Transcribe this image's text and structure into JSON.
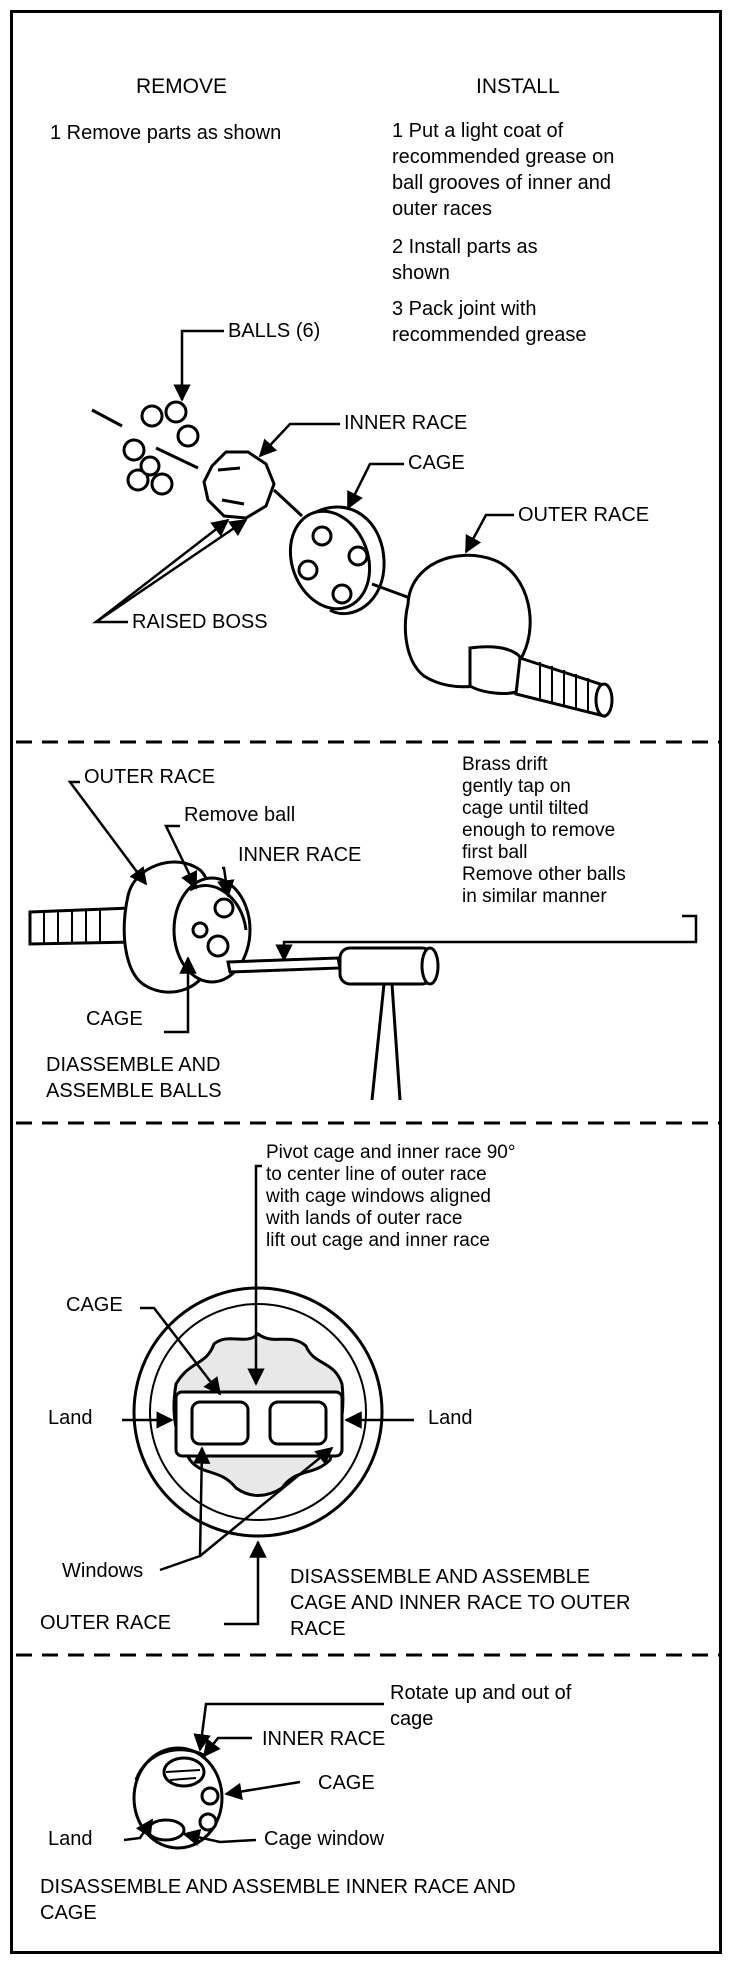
{
  "panel1": {
    "remove_header": "REMOVE",
    "install_header": "INSTALL",
    "remove_step": "1 Remove parts as shown",
    "install_steps": [
      "1 Put a light coat of\nrecommended grease on\nball grooves of inner and\nouter races",
      "2 Install parts as\nshown",
      "3 Pack joint with\nrecommended grease"
    ],
    "labels": {
      "balls": "BALLS (6)",
      "inner_race": "INNER RACE",
      "cage": "CAGE",
      "outer_race": "OUTER RACE",
      "raised_boss": "RAISED BOSS"
    }
  },
  "panel2": {
    "outer_race": "OUTER RACE",
    "remove_ball": "Remove ball",
    "inner_race": "INNER RACE",
    "cage": "CAGE",
    "note": "Brass drift\ngently tap on\ncage until tilted\nenough to remove\nfirst ball\nRemove other balls\nin similar manner",
    "caption": "DIASSEMBLE AND\nASSEMBLE BALLS"
  },
  "panel3": {
    "note": "Pivot cage and inner race 90°\nto center line of outer race\nwith cage windows aligned\nwith lands of outer race\nlift out cage and inner race",
    "cage": "CAGE",
    "land_left": "Land",
    "land_right": "Land",
    "windows": "Windows",
    "outer_race": "OUTER RACE",
    "caption": "DISASSEMBLE AND ASSEMBLE\nCAGE AND INNER RACE TO OUTER\nRACE"
  },
  "panel4": {
    "rotate": "Rotate up and out of\ncage",
    "inner_race": "INNER RACE",
    "cage": "CAGE",
    "land": "Land",
    "cage_window": "Cage window",
    "caption": "DISASSEMBLE AND ASSEMBLE INNER RACE AND\nCAGE"
  }
}
